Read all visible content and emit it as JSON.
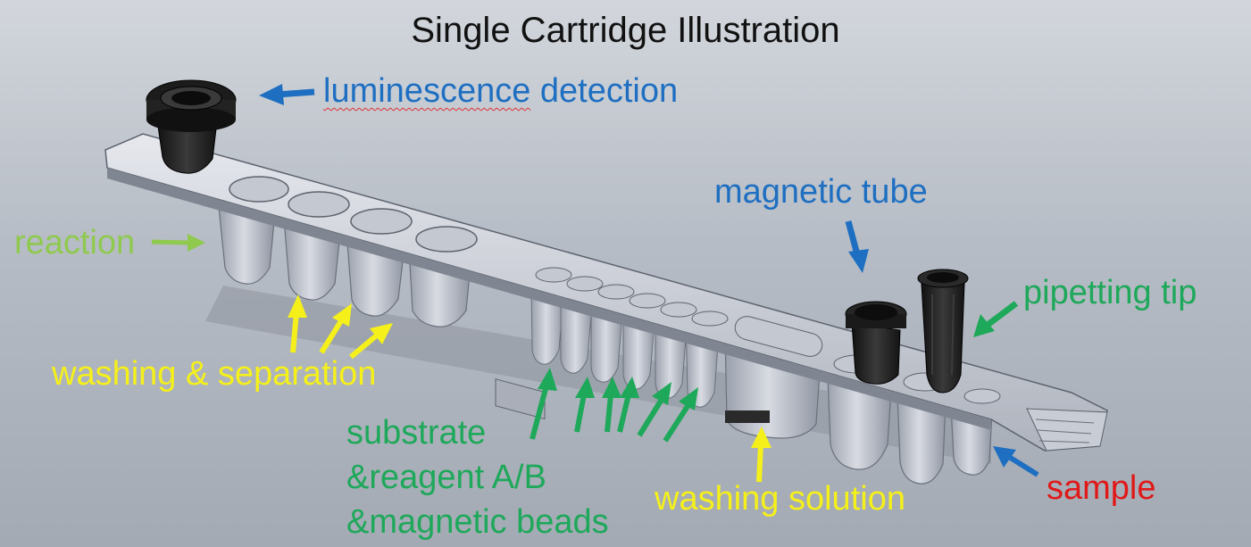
{
  "title": "Single Cartridge Illustration",
  "labels": {
    "luminescence_word": "luminescence",
    "luminescence_rest": " detection",
    "magnetic_tube": "magnetic tube",
    "reaction": "reaction",
    "pipetting_tip": "pipetting tip",
    "washing_separation": "washing & separation",
    "substrate_lines": [
      "substrate",
      "&reagent A/B",
      "&magnetic beads"
    ],
    "washing_solution": "washing solution",
    "sample": "sample"
  },
  "colors": {
    "blue_label": "#1e6fc1",
    "green_label": "#1ea85a",
    "light_green_label": "#8fc94e",
    "yellow_label": "#f5f01a",
    "red_label": "#e01818"
  }
}
